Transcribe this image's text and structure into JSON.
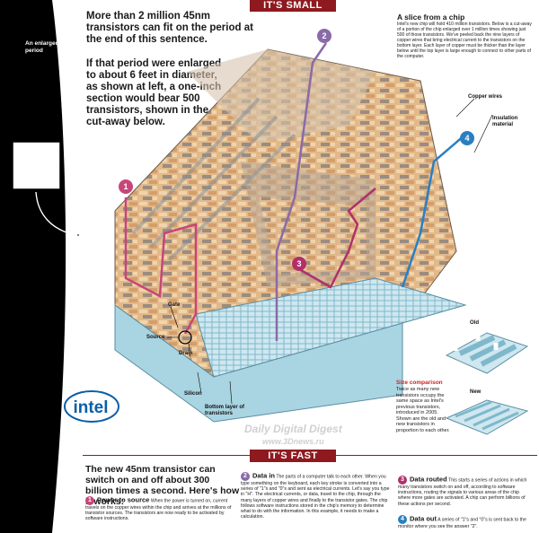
{
  "banners": {
    "small": "IT'S SMALL",
    "fast": "IT'S FAST"
  },
  "headline": "More than 2 million 45nm transistors can fit on the period at the end of this sentence.",
  "enlarged_label": "An enlarged period",
  "enlarged_text": "If that period were enlarged to about 6 feet in diameter, as shown at left, a one-inch section would bear 500 transistors, shown in the cut-away below.",
  "slice": {
    "title": "A slice from a chip",
    "body": "Intel's new chip will hold 410 million transistors. Below is a cut-away of a portion of the chip enlarged over 1 million times showing just 500 of those transistors. We've peeled back the nine layers of copper wires that bring electrical current to the transistors on the bottom layer. Each layer of copper must be thicker than the layer below until the top layer is large enough to connect to other parts of the computer."
  },
  "labels": {
    "copper_wires": "Copper wires",
    "insulation": "Insulation material",
    "gate": "Gate",
    "source": "Source",
    "drain": "Drain",
    "silicon": "Silicon",
    "bottom_layer": "Bottom layer of transistors",
    "old": "Old",
    "new": "New"
  },
  "markers": [
    "1",
    "2",
    "3",
    "4"
  ],
  "size_comparison": {
    "title": "Size comparison",
    "body": "Twice as many new transistors occupy the same space as Intel's previous transistors, introduced in 2005. Shown are the old and new transistors in proportion to each other."
  },
  "logo": "intel",
  "fast": {
    "headline": "The new 45nm transistor can switch on and off about 300 billion times a second. Here's how it works:",
    "steps": [
      {
        "num": "1",
        "title": "Power to source",
        "text": "When the power is turned on, current travels on the copper wires within the chip and arrives at the millions of transistor sources. The transistors are now ready to be activated by software instructions."
      },
      {
        "num": "2",
        "title": "Data in",
        "text": "The parts of a computer talk to each other. When you type something on the keyboard, each key stroke is converted into a series of \"1\"s and \"0\"s and sent as electrical currents. Let's say you type in \"H\". The electrical currents, or data, travel to the chip, through the many layers of copper wires and finally to the transistor gates. The chip follows software instructions stored in the chip's memory to determine what to do with the information. In this example, it needs to make a calculation."
      },
      {
        "num": "3",
        "title": "Data routed",
        "text": "This starts a series of actions in which many transistors switch on and off, according to software instructions, routing the signals to various areas of the chip where more gates are activated. A chip can perform billions of these actions per second."
      },
      {
        "num": "4",
        "title": "Data out",
        "text": "A series of \"1\"s and \"0\"s is sent back to the monitor where you see the answer \"2\"."
      }
    ]
  },
  "watermark": {
    "line1": "Daily Digital Digest",
    "line2": "www.3Dnews.ru"
  },
  "colors": {
    "banner": "#8e1a1f",
    "wire_pink": "#c8457a",
    "wire_purple": "#8a6aa8",
    "wire_blue": "#2a7fc1",
    "wire_crimson": "#b0306a",
    "block": "#e2b98a",
    "silicon": "#cfe7ef",
    "intel_blue": "#0a5ea8"
  }
}
